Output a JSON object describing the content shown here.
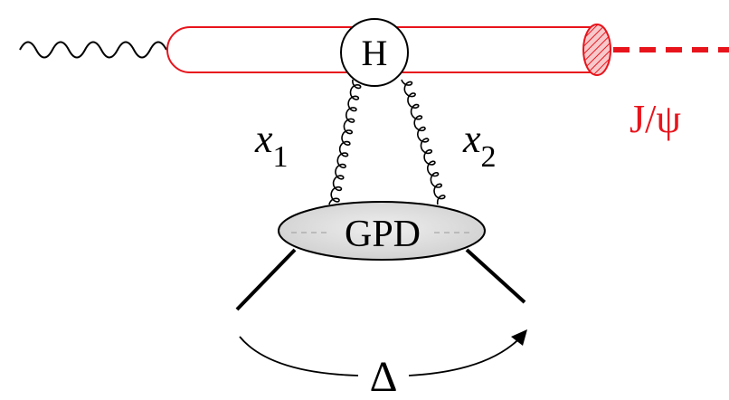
{
  "labels": {
    "hard_vertex": "H",
    "gpd_blob": "GPD",
    "x1_base": "x",
    "x1_sub": "1",
    "x2_base": "x",
    "x2_sub": "2",
    "jpsi": "J/ψ",
    "delta": "Δ"
  },
  "colors": {
    "meson": "#e8141c",
    "lines": "#000000",
    "gpd_fill": "#d9d9d9",
    "meson_blob_fill": "#f2b6b8"
  },
  "icons": {
    "photon": "wavy-line",
    "gluon": "coiled-line"
  }
}
